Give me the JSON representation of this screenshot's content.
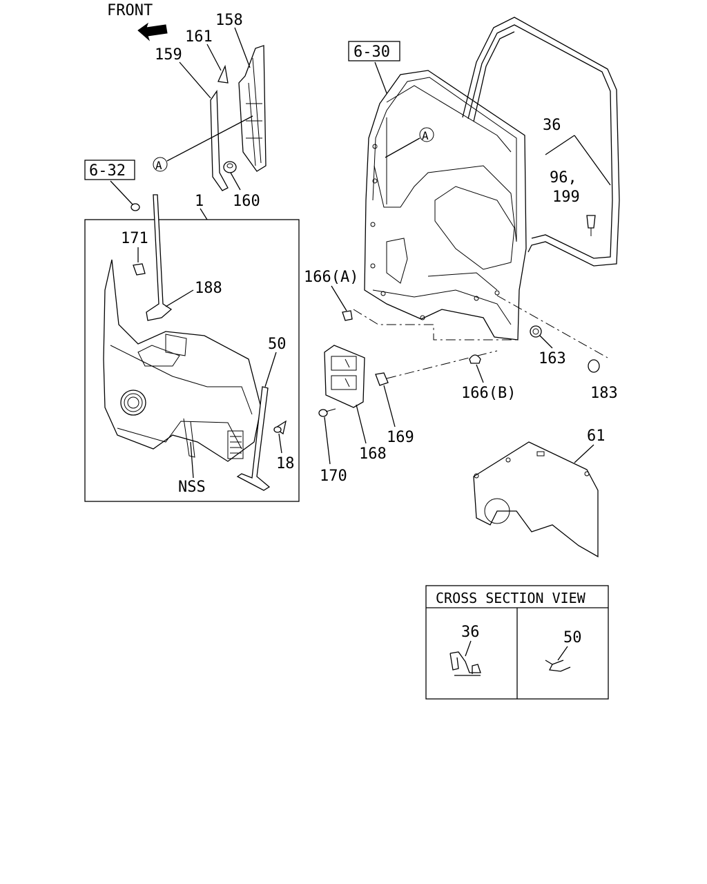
{
  "direction_label": "FRONT",
  "ref_boxes": {
    "door_ref": "6-30",
    "panel_ref": "6-32"
  },
  "callout_marker": "A",
  "parts": {
    "p158": "158",
    "p159": "159",
    "p160": "160",
    "p161": "161",
    "p1": "1",
    "p171": "171",
    "p188": "188",
    "p50": "50",
    "pNSS": "NSS",
    "p18": "18",
    "p166a": "166(A)",
    "p166b": "166(B)",
    "p163": "163",
    "p183": "183",
    "p168": "168",
    "p169": "169",
    "p170": "170",
    "p36": "36",
    "p96": "96,",
    "p199": "199",
    "p61": "61"
  },
  "cross_section": {
    "title": "CROSS SECTION VIEW",
    "left_label": "36",
    "right_label": "50"
  },
  "colors": {
    "line": "#000000",
    "background": "#ffffff"
  }
}
